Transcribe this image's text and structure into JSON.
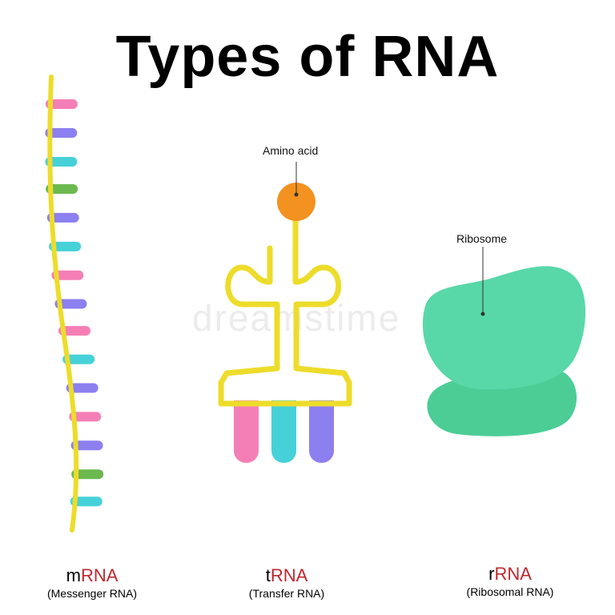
{
  "title": "Types of RNA",
  "colors": {
    "backbone": "#eddc2a",
    "pink": "#f47fb6",
    "purple": "#8c7ff0",
    "cyan": "#46d1d8",
    "green": "#6cb950",
    "amino": "#f39220",
    "ribosome_top": "#58d8a8",
    "ribosome_bottom": "#4ccd96",
    "accent_red": "#c0272d"
  },
  "mrna_bases": [
    "pink",
    "purple",
    "cyan",
    "green",
    "purple",
    "cyan",
    "pink",
    "purple",
    "pink",
    "cyan",
    "purple",
    "pink",
    "purple",
    "green",
    "cyan"
  ],
  "trna_anticodons": [
    "pink",
    "cyan",
    "purple"
  ],
  "callouts": {
    "amino_acid": "Amino acid",
    "ribosome": "Ribosome"
  },
  "labels": {
    "mrna": {
      "prefix": "m",
      "core": "RNA",
      "full": "(Messenger RNA)"
    },
    "trna": {
      "prefix": "t",
      "core": "RNA",
      "full": "(Transfer RNA)"
    },
    "rrna": {
      "prefix": "r",
      "core": "RNA",
      "full": "(Ribosomal RNA)"
    }
  },
  "watermark": "dreamstime"
}
